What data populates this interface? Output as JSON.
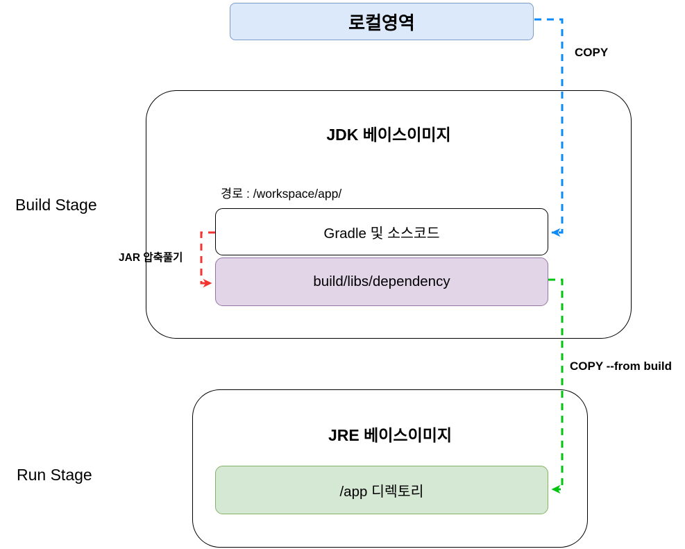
{
  "diagram": {
    "local_area": {
      "label": "로컬영역"
    },
    "build_stage": {
      "stage_label": "Build Stage",
      "container_title": "JDK 베이스이미지",
      "path_caption": "경로 : /workspace/app/",
      "gradle_box_label": "Gradle 및 소스코드",
      "dependency_box_label": "build/libs/dependency"
    },
    "run_stage": {
      "stage_label": "Run Stage",
      "container_title": "JRE 베이스이미지",
      "app_box_label": "/app 디렉토리"
    },
    "arrows": {
      "copy_local_to_build": {
        "label": "COPY",
        "color": "#0b8bf8",
        "style": "dashed"
      },
      "jar_unzip": {
        "label": "JAR 압축풀기",
        "color": "#f23530",
        "style": "dashed"
      },
      "copy_from_build": {
        "label": "COPY --from build",
        "color": "#00c40f",
        "style": "dashed"
      }
    },
    "colors": {
      "local_fill": "#dce9fb",
      "local_stroke": "#7b9cc9",
      "dependency_fill": "#e1d5e7",
      "dependency_stroke": "#9673a6",
      "app_fill": "#d5e8d4",
      "app_stroke": "#82b366",
      "container_stroke": "#000000"
    }
  }
}
